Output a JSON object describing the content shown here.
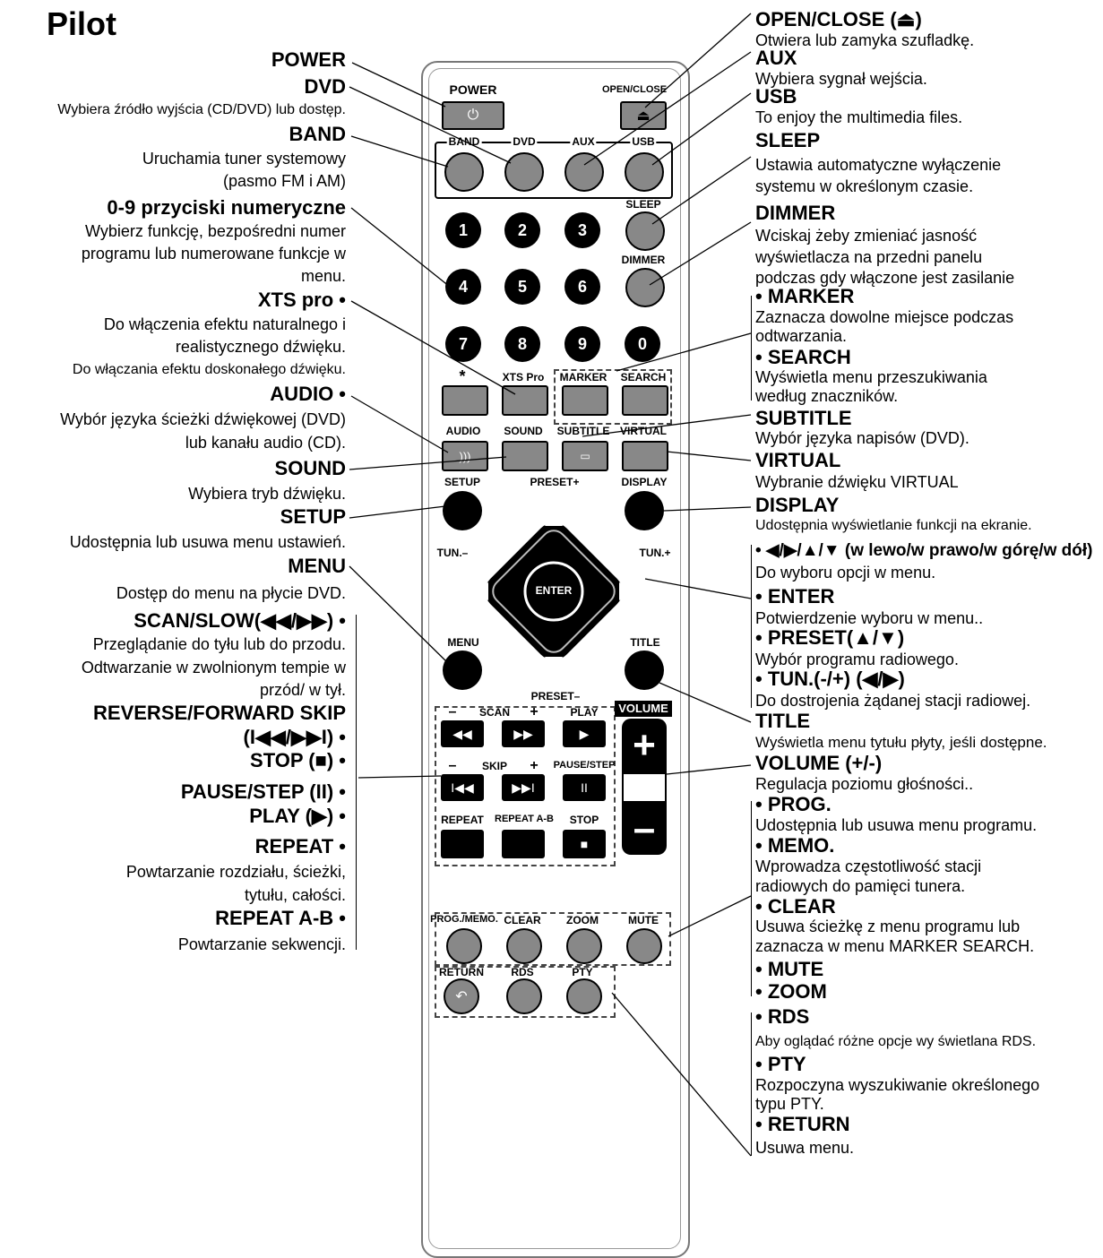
{
  "page_title": "Pilot",
  "left": [
    {
      "h": "POWER",
      "t": []
    },
    {
      "h": "DVD",
      "t": [
        "Wybiera źródło wyjścia (CD/DVD) lub dostęp."
      ]
    },
    {
      "h": "BAND",
      "t": [
        "Uruchamia tuner systemowy",
        "(pasmo FM i AM)"
      ]
    },
    {
      "h": "0-9 przyciski numeryczne",
      "t": [
        "Wybierz funkcję, bezpośredni numer",
        "programu lub numerowane funkcje w",
        "menu."
      ]
    },
    {
      "h": "XTS pro •",
      "t": [
        "Do włączenia efektu naturalnego i",
        "realistycznego dźwięku.",
        "Do włączania efektu doskonałego dźwięku."
      ]
    },
    {
      "h": "AUDIO •",
      "t": [
        "Wybór języka ścieżki dźwiękowej (DVD)",
        "lub kanału audio (CD)."
      ]
    },
    {
      "h": "SOUND",
      "t": [
        "Wybiera tryb dźwięku."
      ]
    },
    {
      "h": "SETUP",
      "t": [
        "Udostępnia lub usuwa menu ustawień."
      ]
    },
    {
      "h": "MENU",
      "t": [
        "Dostęp do menu na płycie DVD."
      ]
    },
    {
      "h": "SCAN/SLOW(◀◀/▶▶) •",
      "t": [
        "Przeglądanie do tyłu lub do przodu.",
        "Odtwarzanie w zwolnionym tempie w",
        "przód/ w tył."
      ]
    },
    {
      "h": "REVERSE/FORWARD SKIP",
      "t": []
    },
    {
      "h": "(I◀◀/▶▶I) •",
      "t": []
    },
    {
      "h": "STOP (■) •",
      "t": []
    },
    {
      "h": "PAUSE/STEP (II) •",
      "t": []
    },
    {
      "h": "PLAY (▶) •",
      "t": []
    },
    {
      "h": "REPEAT •",
      "t": [
        "Powtarzanie rozdziału, ścieżki,",
        "tytułu, całości."
      ]
    },
    {
      "h": "REPEAT A-B •",
      "t": [
        "Powtarzanie sekwencji."
      ]
    }
  ],
  "right": [
    {
      "h": "OPEN/CLOSE (⏏)",
      "t": [
        "Otwiera lub zamyka szufladkę."
      ]
    },
    {
      "h": "AUX",
      "t": [
        "Wybiera sygnał wejścia."
      ]
    },
    {
      "h": "USB",
      "t": [
        "To enjoy the multimedia files."
      ]
    },
    {
      "h": "SLEEP",
      "t": [
        "Ustawia automatyczne wyłączenie",
        "systemu w określonym czasie."
      ]
    },
    {
      "h": "DIMMER",
      "t": [
        "Wciskaj żeby zmieniać jasność",
        "wyświetlacza na przedni panelu",
        "podczas gdy włączone jest zasilanie"
      ]
    },
    {
      "h": "• MARKER",
      "t": [
        "Zaznacza dowolne miejsce podczas",
        "odtwarzania."
      ]
    },
    {
      "h": "• SEARCH",
      "t": [
        "Wyświetla menu przeszukiwania",
        "według znaczników."
      ]
    },
    {
      "h": "SUBTITLE",
      "t": [
        "Wybór języka napisów (DVD)."
      ]
    },
    {
      "h": "VIRTUAL",
      "t": [
        "Wybranie dźwięku VIRTUAL"
      ]
    },
    {
      "h": "DISPLAY",
      "t": [
        "Udostępnia wyświetlanie funkcji na ekranie."
      ]
    },
    {
      "h": "• ◀/▶/▲/▼ (w lewo/w prawo/w górę/w dół)",
      "t": [
        "Do wyboru opcji w menu."
      ]
    },
    {
      "h": "• ENTER",
      "t": [
        "Potwierdzenie wyboru w menu.."
      ]
    },
    {
      "h": "• PRESET(▲/▼)",
      "t": [
        "Wybór programu radiowego."
      ]
    },
    {
      "h": "• TUN.(-/+) (◀/▶)",
      "t": [
        "Do dostrojenia żądanej stacji radiowej."
      ]
    },
    {
      "h": "TITLE",
      "t": [
        "Wyświetla menu tytułu płyty, jeśli dostępne."
      ]
    },
    {
      "h": "VOLUME (+/-)",
      "t": [
        "Regulacja poziomu głośności.."
      ]
    },
    {
      "h": "• PROG.",
      "t": [
        "Udostępnia lub usuwa menu programu."
      ]
    },
    {
      "h": "• MEMO.",
      "t": [
        "Wprowadza częstotliwość stacji",
        "radiowych do pamięci tunera."
      ]
    },
    {
      "h": "• CLEAR",
      "t": [
        "Usuwa ścieżkę z menu programu lub",
        "zaznacza w menu MARKER SEARCH."
      ]
    },
    {
      "h": "• MUTE",
      "t": []
    },
    {
      "h": "• ZOOM",
      "t": []
    },
    {
      "h": "• RDS",
      "t": [
        "Aby oglądać różne opcje wy świetlana RDS."
      ]
    },
    {
      "h": "•   PTY",
      "t": [
        "Rozpoczyna wyszukiwanie określonego",
        "typu PTY."
      ]
    },
    {
      "h": "• RETURN",
      "t": [
        "Usuwa menu."
      ]
    }
  ],
  "remote": {
    "power": "POWER",
    "open_close": "OPEN/CLOSE",
    "band": "BAND",
    "dvd": "DVD",
    "aux": "AUX",
    "usb": "USB",
    "sleep": "SLEEP",
    "dimmer": "DIMMER",
    "n1": "1",
    "n2": "2",
    "n3": "3",
    "n4": "4",
    "n5": "5",
    "n6": "6",
    "n7": "7",
    "n8": "8",
    "n9": "9",
    "n0": "0",
    "star": "*",
    "xts": "XTS Pro",
    "marker": "MARKER",
    "search": "SEARCH",
    "audio": "AUDIO",
    "sound": "SOUND",
    "subtitle": "SUBTITLE",
    "virtual": "VIRTUAL",
    "setup": "SETUP",
    "preset_plus": "PRESET+",
    "display": "DISPLAY",
    "tun_minus": "TUN.–",
    "tun_plus": "TUN.+",
    "enter": "ENTER",
    "menu": "MENU",
    "title": "TITLE",
    "preset_minus": "PRESET–",
    "volume": "VOLUME",
    "scan": "SCAN",
    "minus": "–",
    "plus": "+",
    "play": "PLAY",
    "skip": "SKIP",
    "pause_step": "PAUSE/STEP",
    "repeat": "REPEAT",
    "repeat_ab": "REPEAT A-B",
    "stop": "STOP",
    "prog_memo": "PROG./MEMO.",
    "clear": "CLEAR",
    "zoom": "ZOOM",
    "mute": "MUTE",
    "return": "RETURN",
    "rds": "RDS",
    "pty": "PTY"
  }
}
